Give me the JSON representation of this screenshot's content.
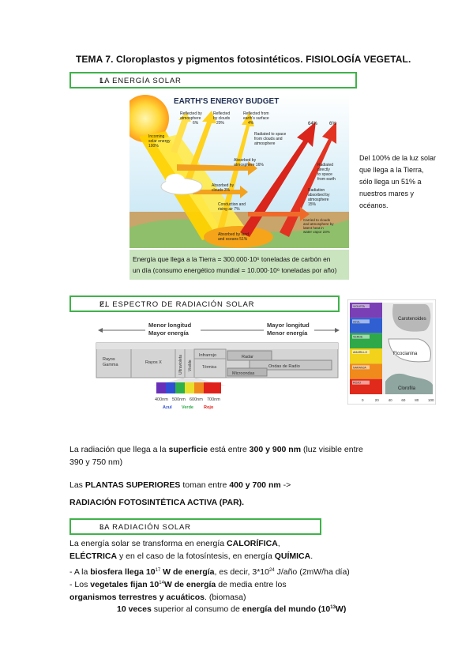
{
  "title": "TEMA 7. Cloroplastos y pigmentos fotosintéticos. FISIOLOGÍA VEGETAL.",
  "sections": [
    {
      "number": "1.",
      "label": "LA ENERGÍA SOLAR"
    },
    {
      "number": "2.",
      "label": "EL ESPECTRO DE RADIACIÓN SOLAR"
    },
    {
      "number": "3.",
      "label": "LA RADIACIÓN SOLAR"
    }
  ],
  "energy_budget": {
    "heading": "EARTH'S ENERGY BUDGET",
    "incoming": "Incoming solar energy 100%",
    "reflected_atm": "Reflected by atmosphere 6%",
    "reflected_clouds": "Reflected by clouds 20%",
    "reflected_surface": "Reflected from earth's surface 4%",
    "radiated_space": "Radiated to space from clouds and atmosphere",
    "pct_64": "64%",
    "pct_6": "6%",
    "absorbed_atm": "Absorbed by atmosphere 16%",
    "radiated_direct": "Radiated directly to space from earth",
    "absorbed_clouds": "Absorbed by clouds 3%",
    "radiation_absorbed": "Radiation absorbed by atmosphere 15%",
    "conduction": "Conduction and rising air 7%",
    "carried": "Carried to clouds and atmosphere by latent heat in water vapor 23%",
    "absorbed_land": "Absorbed by land and oceans 51%",
    "caption_line1": "Energía que llega a la Tierra = 300.000·10⁶ toneladas de carbón en",
    "caption_line2": "un día (consumo energético mundial = 10.000·10⁶ toneladas por año)"
  },
  "side_note": [
    "Del 100% de la luz solar",
    "que llega a la Tierra,",
    "sólo llega un 51% a",
    "nuestros mares y",
    "océanos."
  ],
  "spectrum": {
    "menor_longitud": "Menor longitud",
    "mayor_energia": "Mayor energía",
    "mayor_longitud": "Mayor longitud",
    "menor_energia": "Menor energía",
    "bands": [
      "Rayos Gamma",
      "Rayos X",
      "Ultravioleta",
      "Visible",
      "Infrarrojo",
      "Térmica",
      "Radar",
      "Ondas de Radio",
      "Microondas"
    ],
    "nm_labels": [
      "400nm",
      "500nm",
      "600nm",
      "700nm"
    ],
    "color_labels": [
      "Azul",
      "Verde",
      "Rojo"
    ]
  },
  "absorption": {
    "colors": [
      {
        "label": "VIOLETA",
        "hex": "#7b3fb5"
      },
      {
        "label": "AZUL",
        "hex": "#2f5fd0"
      },
      {
        "label": "VERDE",
        "hex": "#2fa84a"
      },
      {
        "label": "AMARILLO",
        "hex": "#f2d21b"
      },
      {
        "label": "NARANJA",
        "hex": "#f08a1c"
      },
      {
        "label": "ROJO",
        "hex": "#e02a1c"
      }
    ],
    "pigments": [
      "Carotenoides",
      "Ficocianina",
      "Clorofila"
    ],
    "ticks": [
      "0",
      "20",
      "40",
      "60",
      "80",
      "100"
    ]
  },
  "paragraphs": {
    "p1_pre": "La radiación que llega a la ",
    "p1_b1": "superficie",
    "p1_mid": " está entre ",
    "p1_b2": "300 y 900 nm",
    "p1_post": " (luz visible entre",
    "p1_line2": "390 y 750 nm)",
    "p2_pre": "Las ",
    "p2_b1": "PLANTAS SUPERIORES",
    "p2_mid": " toman entre ",
    "p2_b2": "400 y 700 nm",
    "p2_post": " ->",
    "p3": "RADIACIÓN FOTOSINTÉTICA ACTIVA (PAR).",
    "p4_pre": "La energía solar se transforma en energía ",
    "p4_b1": "CALORÍFICA",
    "p4_post": ",",
    "p5_b1": "ELÉCTRICA",
    "p5_mid": " y en el caso de la fotosíntesis, en energía ",
    "p5_b2": "QUÍMICA",
    "p5_post": ".",
    "p6_pre": "- A la ",
    "p6_b1": "biosfera llega 10",
    "p6_sup1": "17",
    "p6_b2": " W de energía",
    "p6_mid": ", es decir, 3*10",
    "p6_sup2": "24",
    "p6_post": " J/año (2mW/ha día)",
    "p7_pre": "- Los ",
    "p7_b1": "vegetales fijan 10",
    "p7_sup": "14",
    "p7_b2": "W de energía",
    "p7_post": " de media entre los",
    "p8_b1": "organismos terrestres y acuáticos",
    "p8_post": ". (biomasa)",
    "p9_b1": "10 veces",
    "p9_mid": " superior al consumo de ",
    "p9_b2": "energía del mundo (10",
    "p9_sup": "13",
    "p9_b3": "W)"
  }
}
